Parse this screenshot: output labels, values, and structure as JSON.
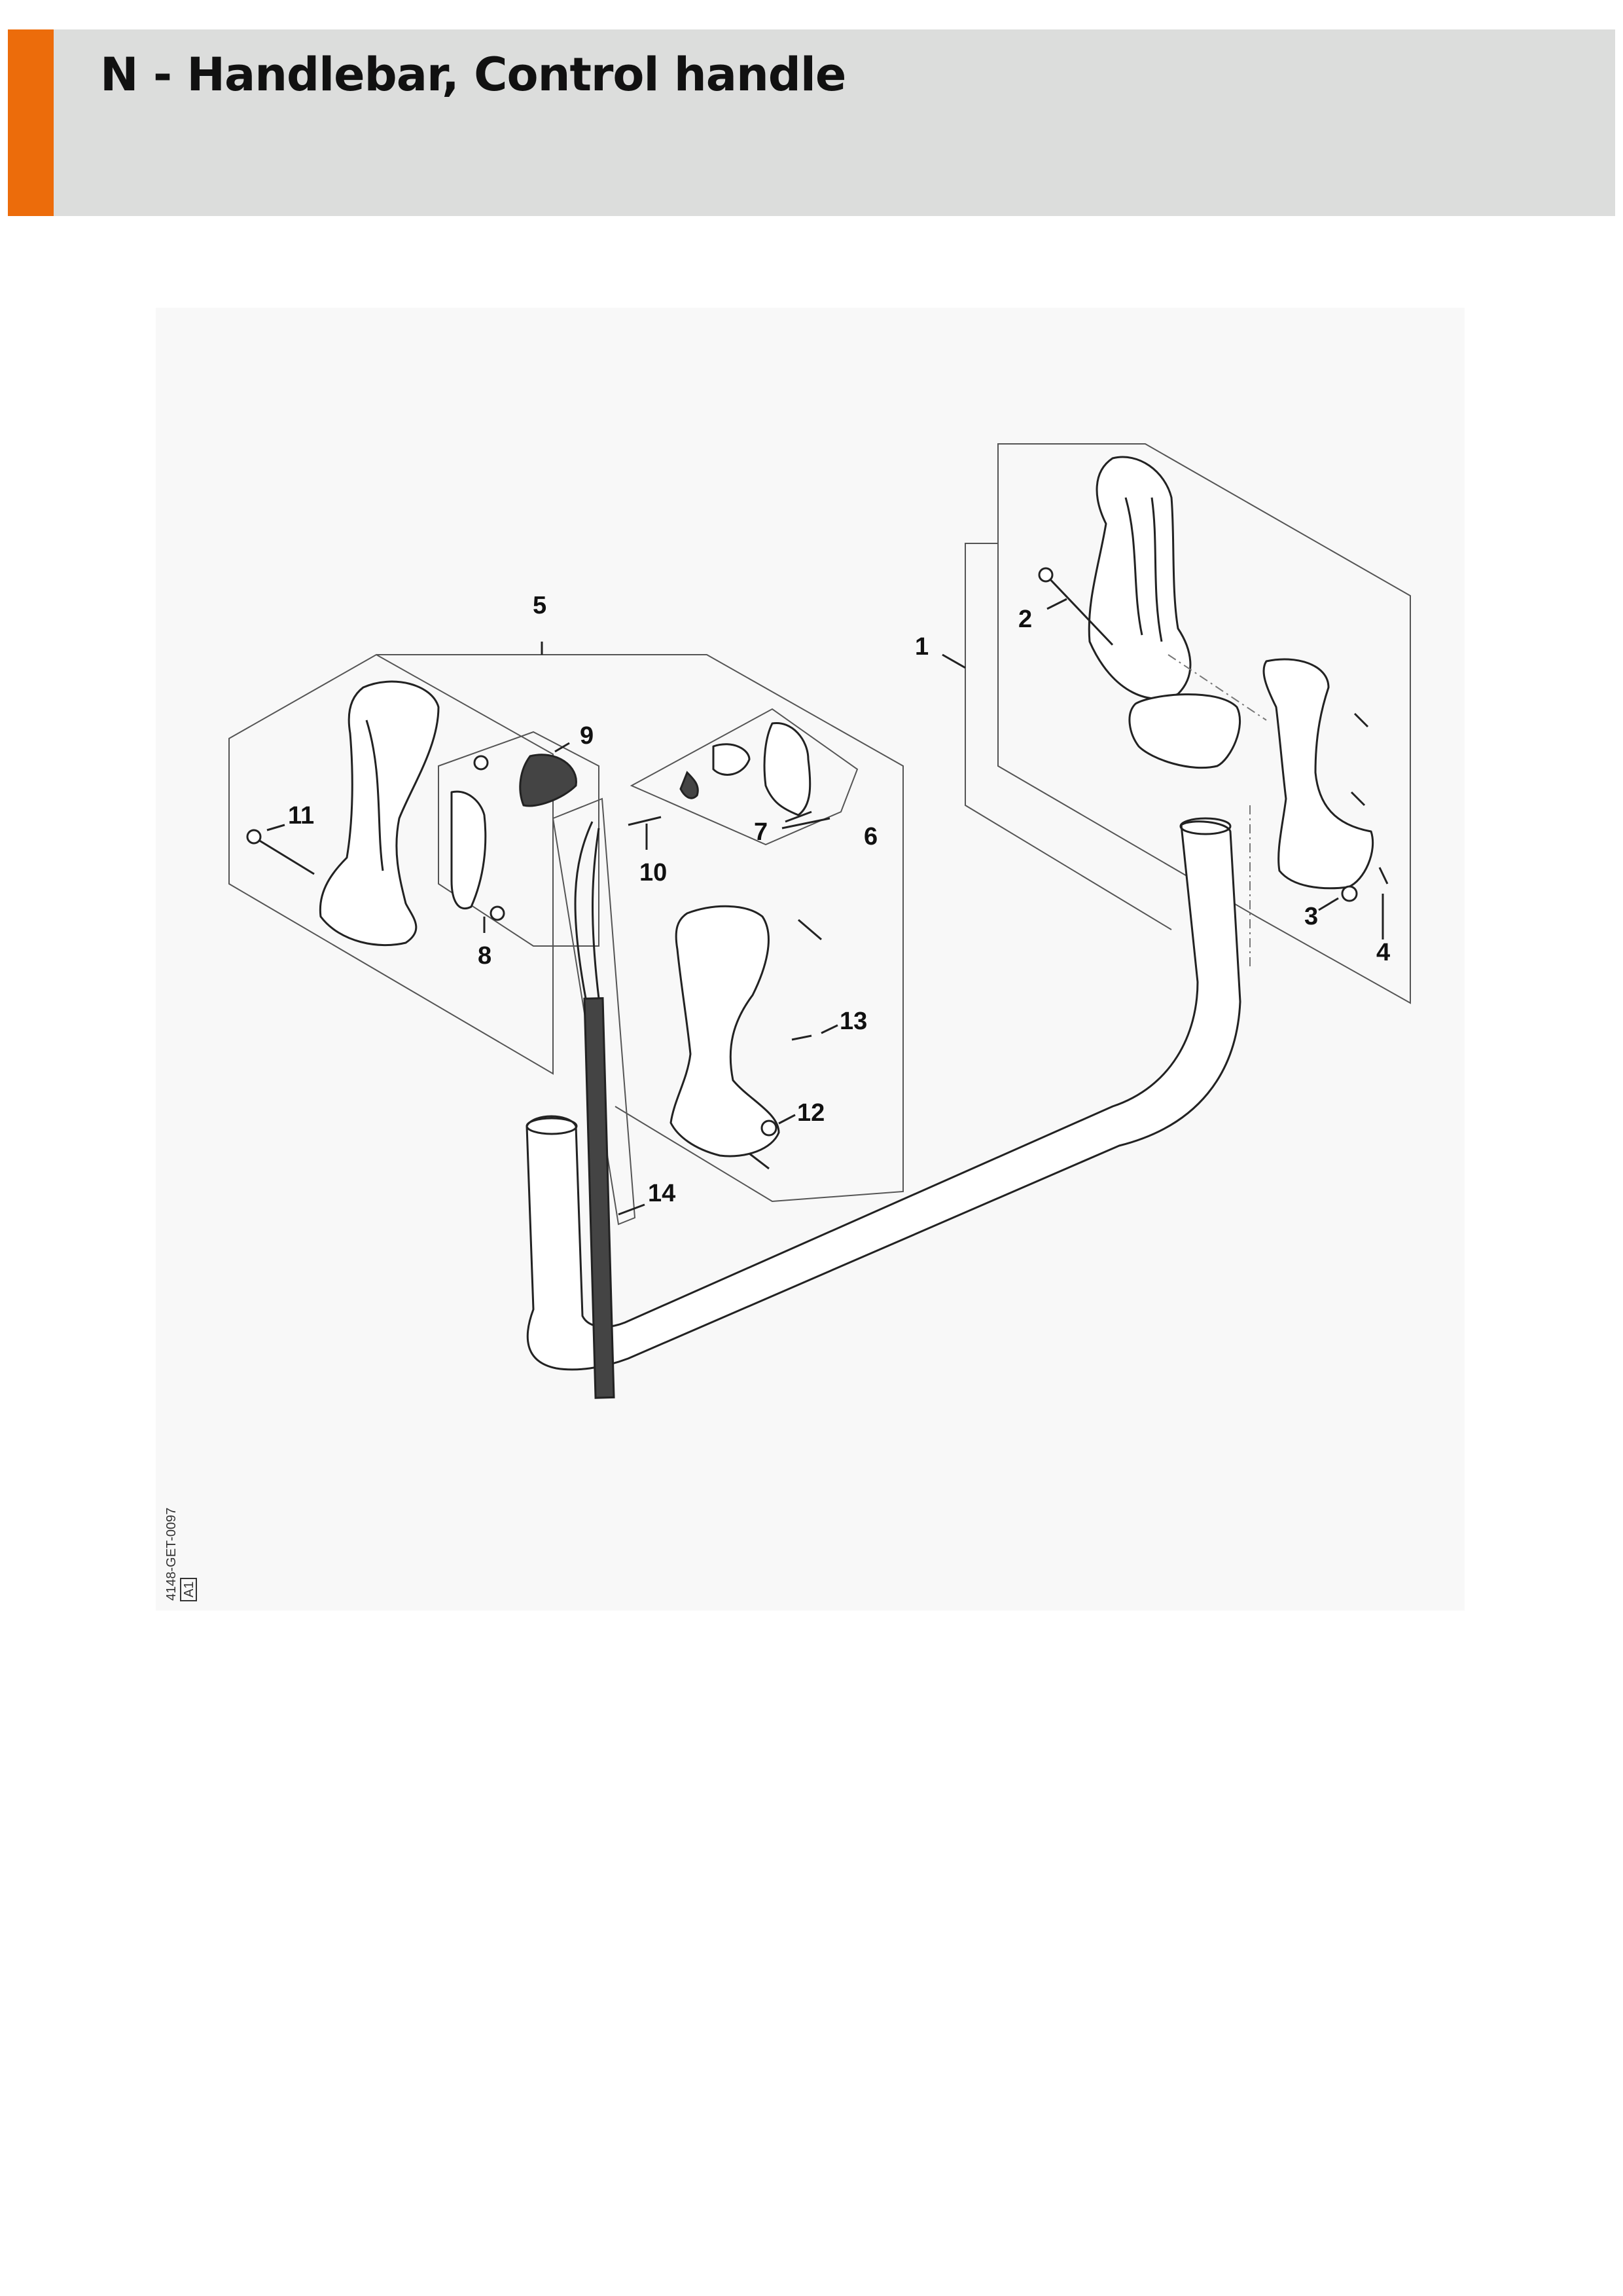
{
  "header": {
    "title": "N - Handlebar, Control handle",
    "accent_color": "#ec6c0b",
    "band_color": "#dcdddc"
  },
  "diagram": {
    "callouts": [
      "1",
      "2",
      "3",
      "4",
      "5",
      "6",
      "7",
      "8",
      "9",
      "10",
      "11",
      "12",
      "13",
      "14"
    ],
    "reference_code": "4148-GET-0097",
    "reference_badge": "A1"
  }
}
